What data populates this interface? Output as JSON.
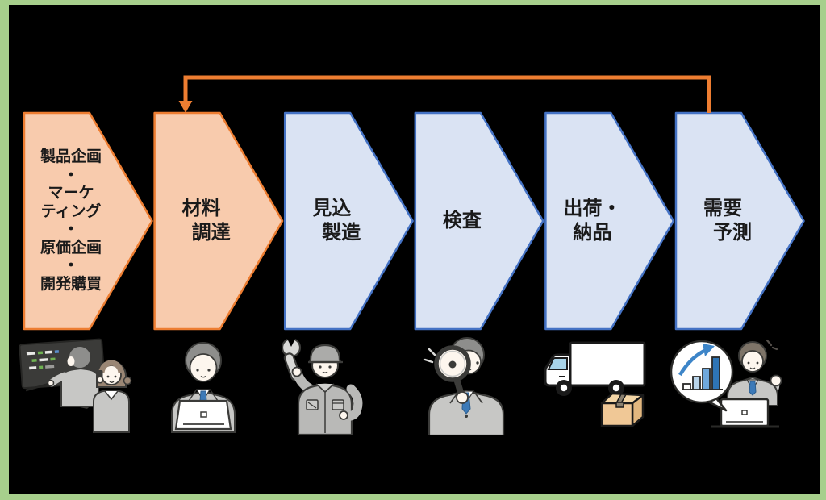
{
  "frame": {
    "color": "#A7CF8C",
    "background": "#000000"
  },
  "feedback_arrow": {
    "color": "#ED7D31",
    "from": "需要予測",
    "to": "材料調達"
  },
  "steps": [
    {
      "id": "product-planning",
      "lines": [
        "製品企画",
        "・",
        "マーケ",
        "ティング",
        "・",
        "原価企画",
        "・",
        "開発購買"
      ],
      "fill": "#F8CBAD",
      "stroke": "#ED7D31"
    },
    {
      "id": "material-procurement",
      "lines": [
        "材料",
        "　調達"
      ],
      "fill": "#F8CBAD",
      "stroke": "#ED7D31"
    },
    {
      "id": "forecast-manufacturing",
      "lines": [
        "見込",
        "　製造"
      ],
      "fill": "#DAE3F3",
      "stroke": "#4472C4"
    },
    {
      "id": "inspection",
      "lines": [
        "検査"
      ],
      "fill": "#DAE3F3",
      "stroke": "#4472C4"
    },
    {
      "id": "shipping-delivery",
      "lines": [
        "出荷・",
        "納品"
      ],
      "fill": "#DAE3F3",
      "stroke": "#4472C4"
    },
    {
      "id": "demand-forecast",
      "lines": [
        "需要",
        "　予測"
      ],
      "fill": "#DAE3F3",
      "stroke": "#4472C4"
    }
  ],
  "illustrations": [
    {
      "name": "planning-presentation-illustration"
    },
    {
      "name": "procurement-laptop-worker-illustration"
    },
    {
      "name": "factory-worker-wrench-illustration"
    },
    {
      "name": "inspector-magnifier-illustration"
    },
    {
      "name": "delivery-truck-box-illustration"
    },
    {
      "name": "demand-forecast-chart-illustration"
    }
  ]
}
